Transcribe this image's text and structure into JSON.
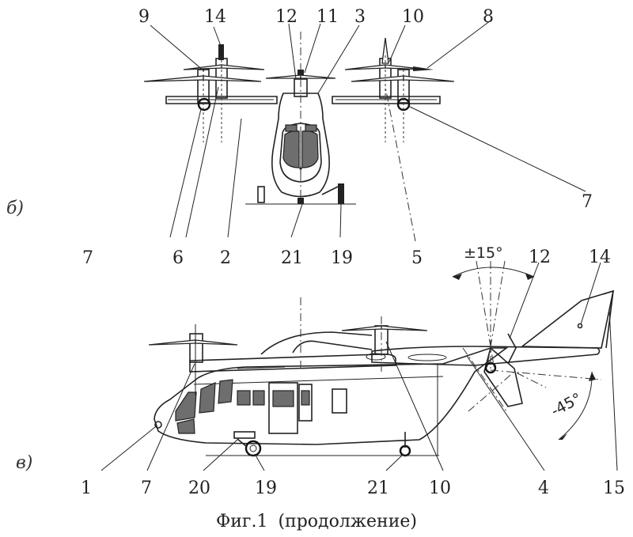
{
  "views": {
    "b": "б)",
    "v": "в)"
  },
  "labels_b": {
    "n9": "9",
    "n14": "14",
    "n12": "12",
    "n11": "11",
    "n3": "3",
    "n10": "10",
    "n8": "8",
    "n7_left": "7",
    "n6": "6",
    "n2": "2",
    "n21": "21",
    "n19": "19",
    "n5": "5",
    "n7_right": "7"
  },
  "labels_v": {
    "n1": "1",
    "n7": "7",
    "n20": "20",
    "n19": "19",
    "n21": "21",
    "n10": "10",
    "n4": "4",
    "n15": "15",
    "n12": "12",
    "n14": "14"
  },
  "angles": {
    "upper": "±15°",
    "lower": "-45°"
  },
  "caption": {
    "main": "Фиг.1",
    "sub": "(продолжение)"
  }
}
